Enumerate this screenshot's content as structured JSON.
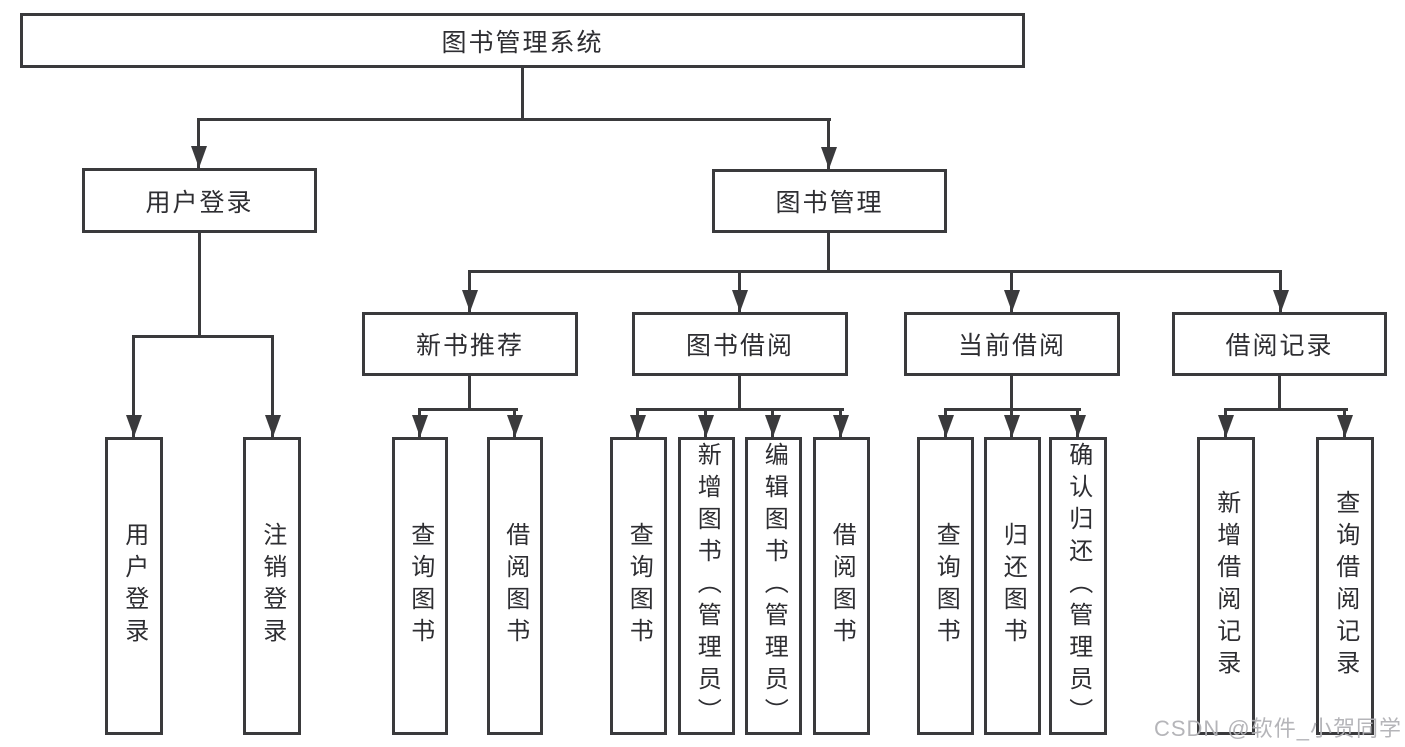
{
  "diagram": {
    "root": {
      "label": "图书管理系统"
    },
    "branches": [
      {
        "label": "用户登录",
        "children": [
          {
            "label": "用户登录"
          },
          {
            "label": "注销登录"
          }
        ]
      },
      {
        "label": "图书管理",
        "children": [
          {
            "label": "新书推荐",
            "children": [
              {
                "label": "查询图书"
              },
              {
                "label": "借阅图书"
              }
            ]
          },
          {
            "label": "图书借阅",
            "children": [
              {
                "label": "查询图书"
              },
              {
                "label": "新增图书（管理员）"
              },
              {
                "label": "编辑图书（管理员）"
              },
              {
                "label": "借阅图书"
              }
            ]
          },
          {
            "label": "当前借阅",
            "children": [
              {
                "label": "查询图书"
              },
              {
                "label": "归还图书"
              },
              {
                "label": "确认归还（管理员）"
              }
            ]
          },
          {
            "label": "借阅记录",
            "children": [
              {
                "label": "新增借阅记录"
              },
              {
                "label": "查询借阅记录"
              }
            ]
          }
        ]
      }
    ]
  },
  "watermark": {
    "text": "CSDN @软件_小贺同学"
  },
  "colors": {
    "line": "#3a3a3c",
    "text": "#2e2e32",
    "box_background": "#ffffff",
    "watermark": "#b1b1b5"
  }
}
